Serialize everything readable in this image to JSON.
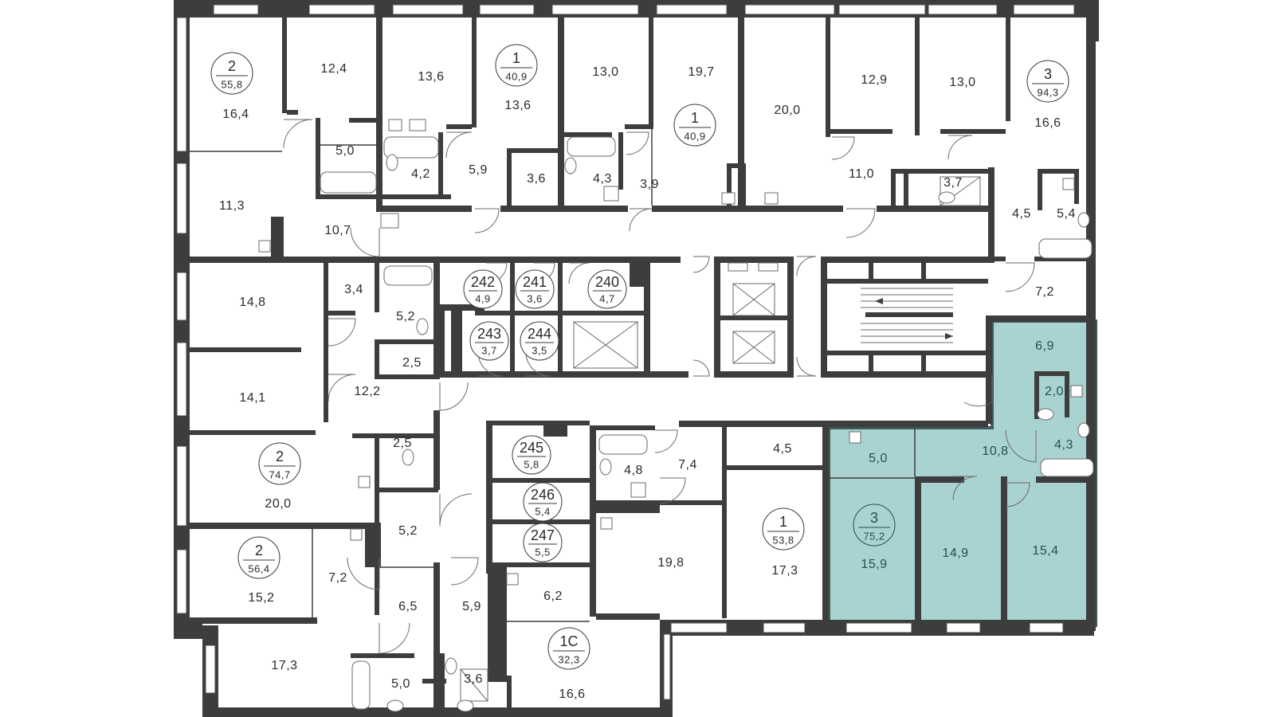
{
  "highlight_color": "#a9d3d1",
  "wall_color": "#3d3d3d",
  "text_color": "#2b2b2b",
  "apartments": [
    {
      "rooms": "2",
      "area": "55,8"
    },
    {
      "rooms": "1",
      "area": "40,9"
    },
    {
      "rooms": "1",
      "area": "40,9"
    },
    {
      "rooms": "3",
      "area": "94,3"
    },
    {
      "rooms": "2",
      "area": "74,7"
    },
    {
      "rooms": "2",
      "area": "56,4"
    },
    {
      "rooms": "1",
      "area": "53,8"
    },
    {
      "rooms": "3",
      "area": "75,2"
    },
    {
      "rooms": "1С",
      "area": "32,3"
    }
  ],
  "storage_units": [
    {
      "number": "242",
      "area": "4,9"
    },
    {
      "number": "241",
      "area": "3,6"
    },
    {
      "number": "240",
      "area": "4,7"
    },
    {
      "number": "243",
      "area": "3,7"
    },
    {
      "number": "244",
      "area": "3,5"
    },
    {
      "number": "245",
      "area": "5,8"
    },
    {
      "number": "246",
      "area": "5,4"
    },
    {
      "number": "247",
      "area": "5,5"
    }
  ],
  "room_areas": [
    "12,4",
    "13,6",
    "13,6",
    "13,0",
    "19,7",
    "12,9",
    "13,0",
    "16,4",
    "16,6",
    "20,0",
    "5,0",
    "4,2",
    "5,9",
    "3,6",
    "4,3",
    "3,9",
    "11,0",
    "3,7",
    "11,3",
    "10,7",
    "4,5",
    "5,4",
    "14,8",
    "3,4",
    "5,2",
    "7,2",
    "2,5",
    "14,1",
    "12,2",
    "6,9",
    "2,0",
    "10,8",
    "4,3",
    "2,5",
    "4,5",
    "4,8",
    "7,4",
    "5,0",
    "20,0",
    "5,2",
    "14,9",
    "15,4",
    "15,2",
    "7,2",
    "19,8",
    "17,3",
    "15,9",
    "6,5",
    "5,9",
    "6,2",
    "17,3",
    "5,0",
    "3,6",
    "16,6"
  ]
}
